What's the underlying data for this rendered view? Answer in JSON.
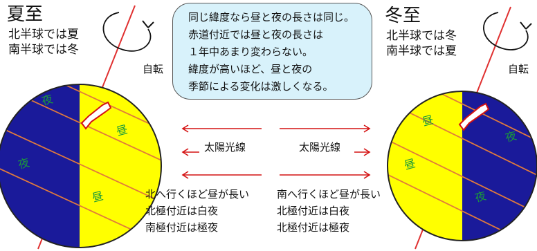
{
  "summer": {
    "title": "夏至",
    "line1": "北半球では夏",
    "line2": "南半球では冬",
    "rotation_label": "自転",
    "night_label": "夜",
    "day_label": "昼"
  },
  "winter": {
    "title": "冬至",
    "line1": "北半球では冬",
    "line2": "南半球では夏",
    "rotation_label": "自転",
    "night_label": "夜",
    "day_label": "昼"
  },
  "callout": {
    "lines": [
      "同じ緯度なら昼と夜の長さは同じ。",
      "赤道付近では昼と夜の長さは",
      "１年中あまり変わらない。",
      "緯度が高いほど、昼と夜の",
      "季節による変化は激しくなる。"
    ]
  },
  "sunlight": {
    "left_label": "太陽光線",
    "right_label": "太陽光線"
  },
  "notes_left": {
    "line1": "北へ行くほど昼が長い",
    "line2": "北極付近は白夜",
    "line3": "南極付近は極夜"
  },
  "notes_right": {
    "line1": "南へ行くほど昼が長い",
    "line2": "北極付近は白夜",
    "line3": "北極付近は極夜"
  },
  "colors": {
    "night": "#1a1a9a",
    "day": "#ffff00",
    "latitude": "#e07a3c",
    "axis": "#e03030",
    "arrow": "#d41010",
    "label_green": "#1a9a3a",
    "callout_bg": "#d8f2fb"
  }
}
